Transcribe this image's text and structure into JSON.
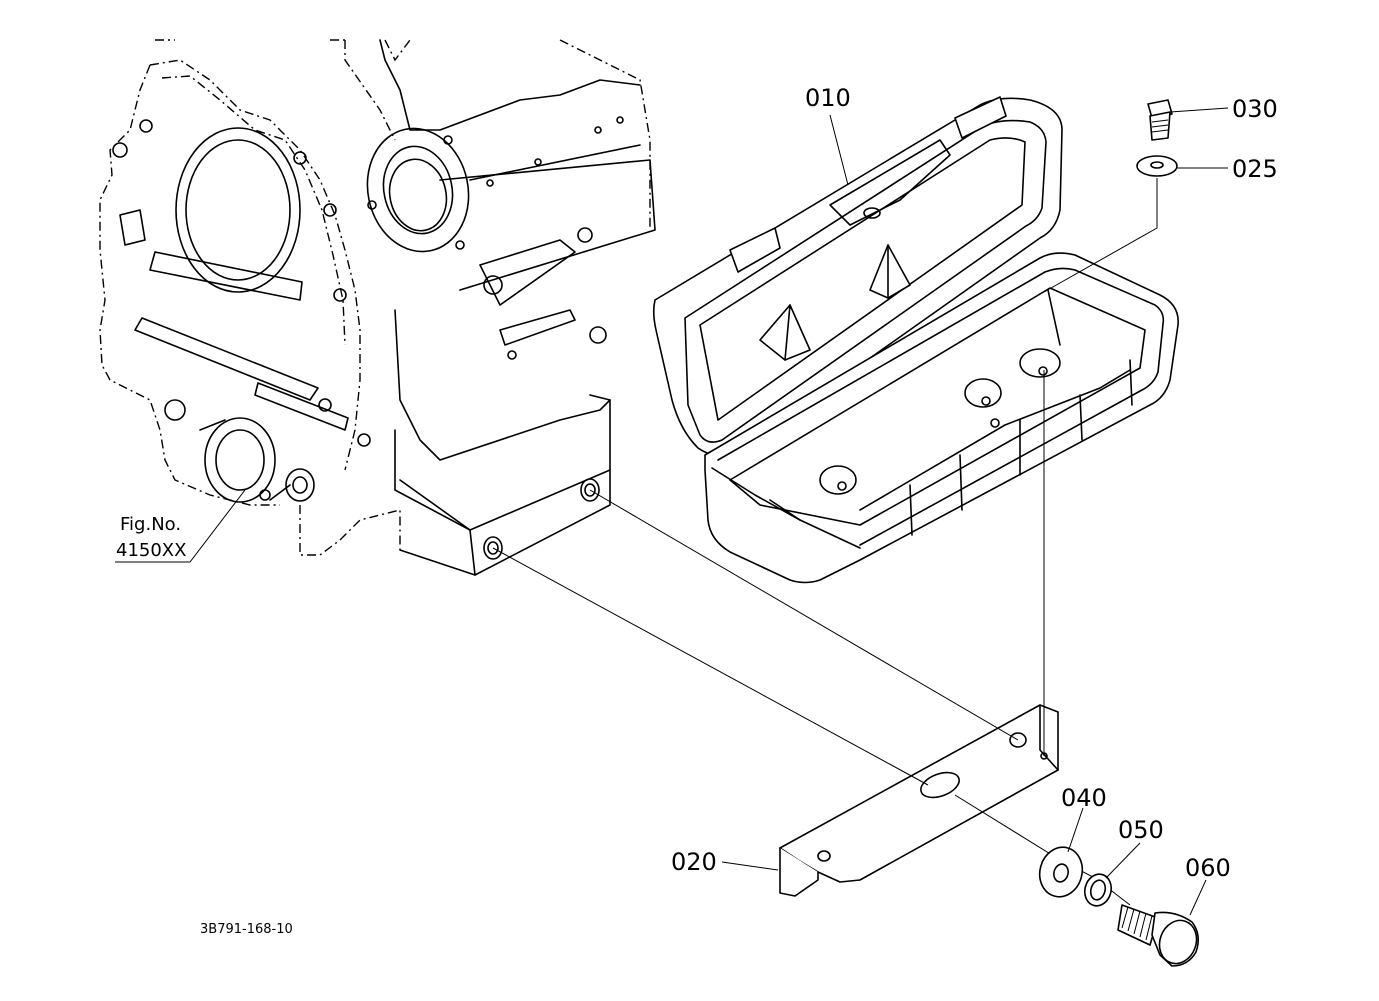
{
  "callouts": {
    "p010": "010",
    "p020": "020",
    "p025": "025",
    "p030": "030",
    "p040": "040",
    "p050": "050",
    "p060": "060"
  },
  "figure_ref": {
    "line1": "Fig.No.",
    "line2": "4150XX"
  },
  "drawing_code": "3B791-168-10",
  "colors": {
    "ink": "#000000",
    "paper": "#ffffff"
  }
}
